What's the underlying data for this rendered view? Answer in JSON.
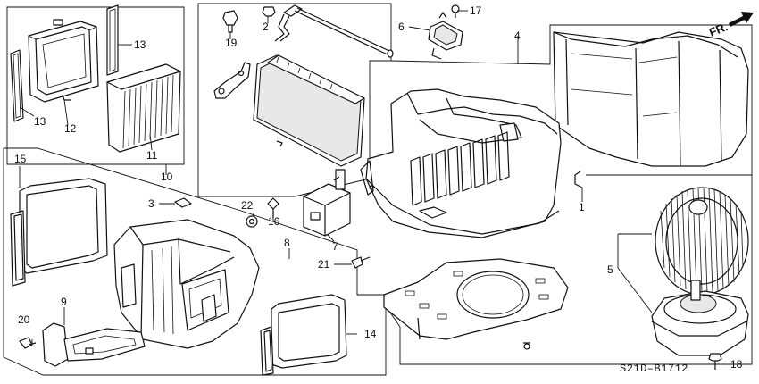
{
  "diagram": {
    "part_code": "S21D–B1712",
    "direction_label": "FR.",
    "callouts": {
      "c1": "1",
      "c2": "2",
      "c3": "3",
      "c4": "4",
      "c5": "5",
      "c6": "6",
      "c7": "7",
      "c8": "8",
      "c9": "9",
      "c10": "10",
      "c11": "11",
      "c12": "12",
      "c13a": "13",
      "c13b": "13",
      "c14": "14",
      "c15": "15",
      "c16": "16",
      "c17": "17",
      "c18": "18",
      "c19": "19",
      "c20": "20",
      "c21": "21",
      "c22": "22"
    }
  }
}
